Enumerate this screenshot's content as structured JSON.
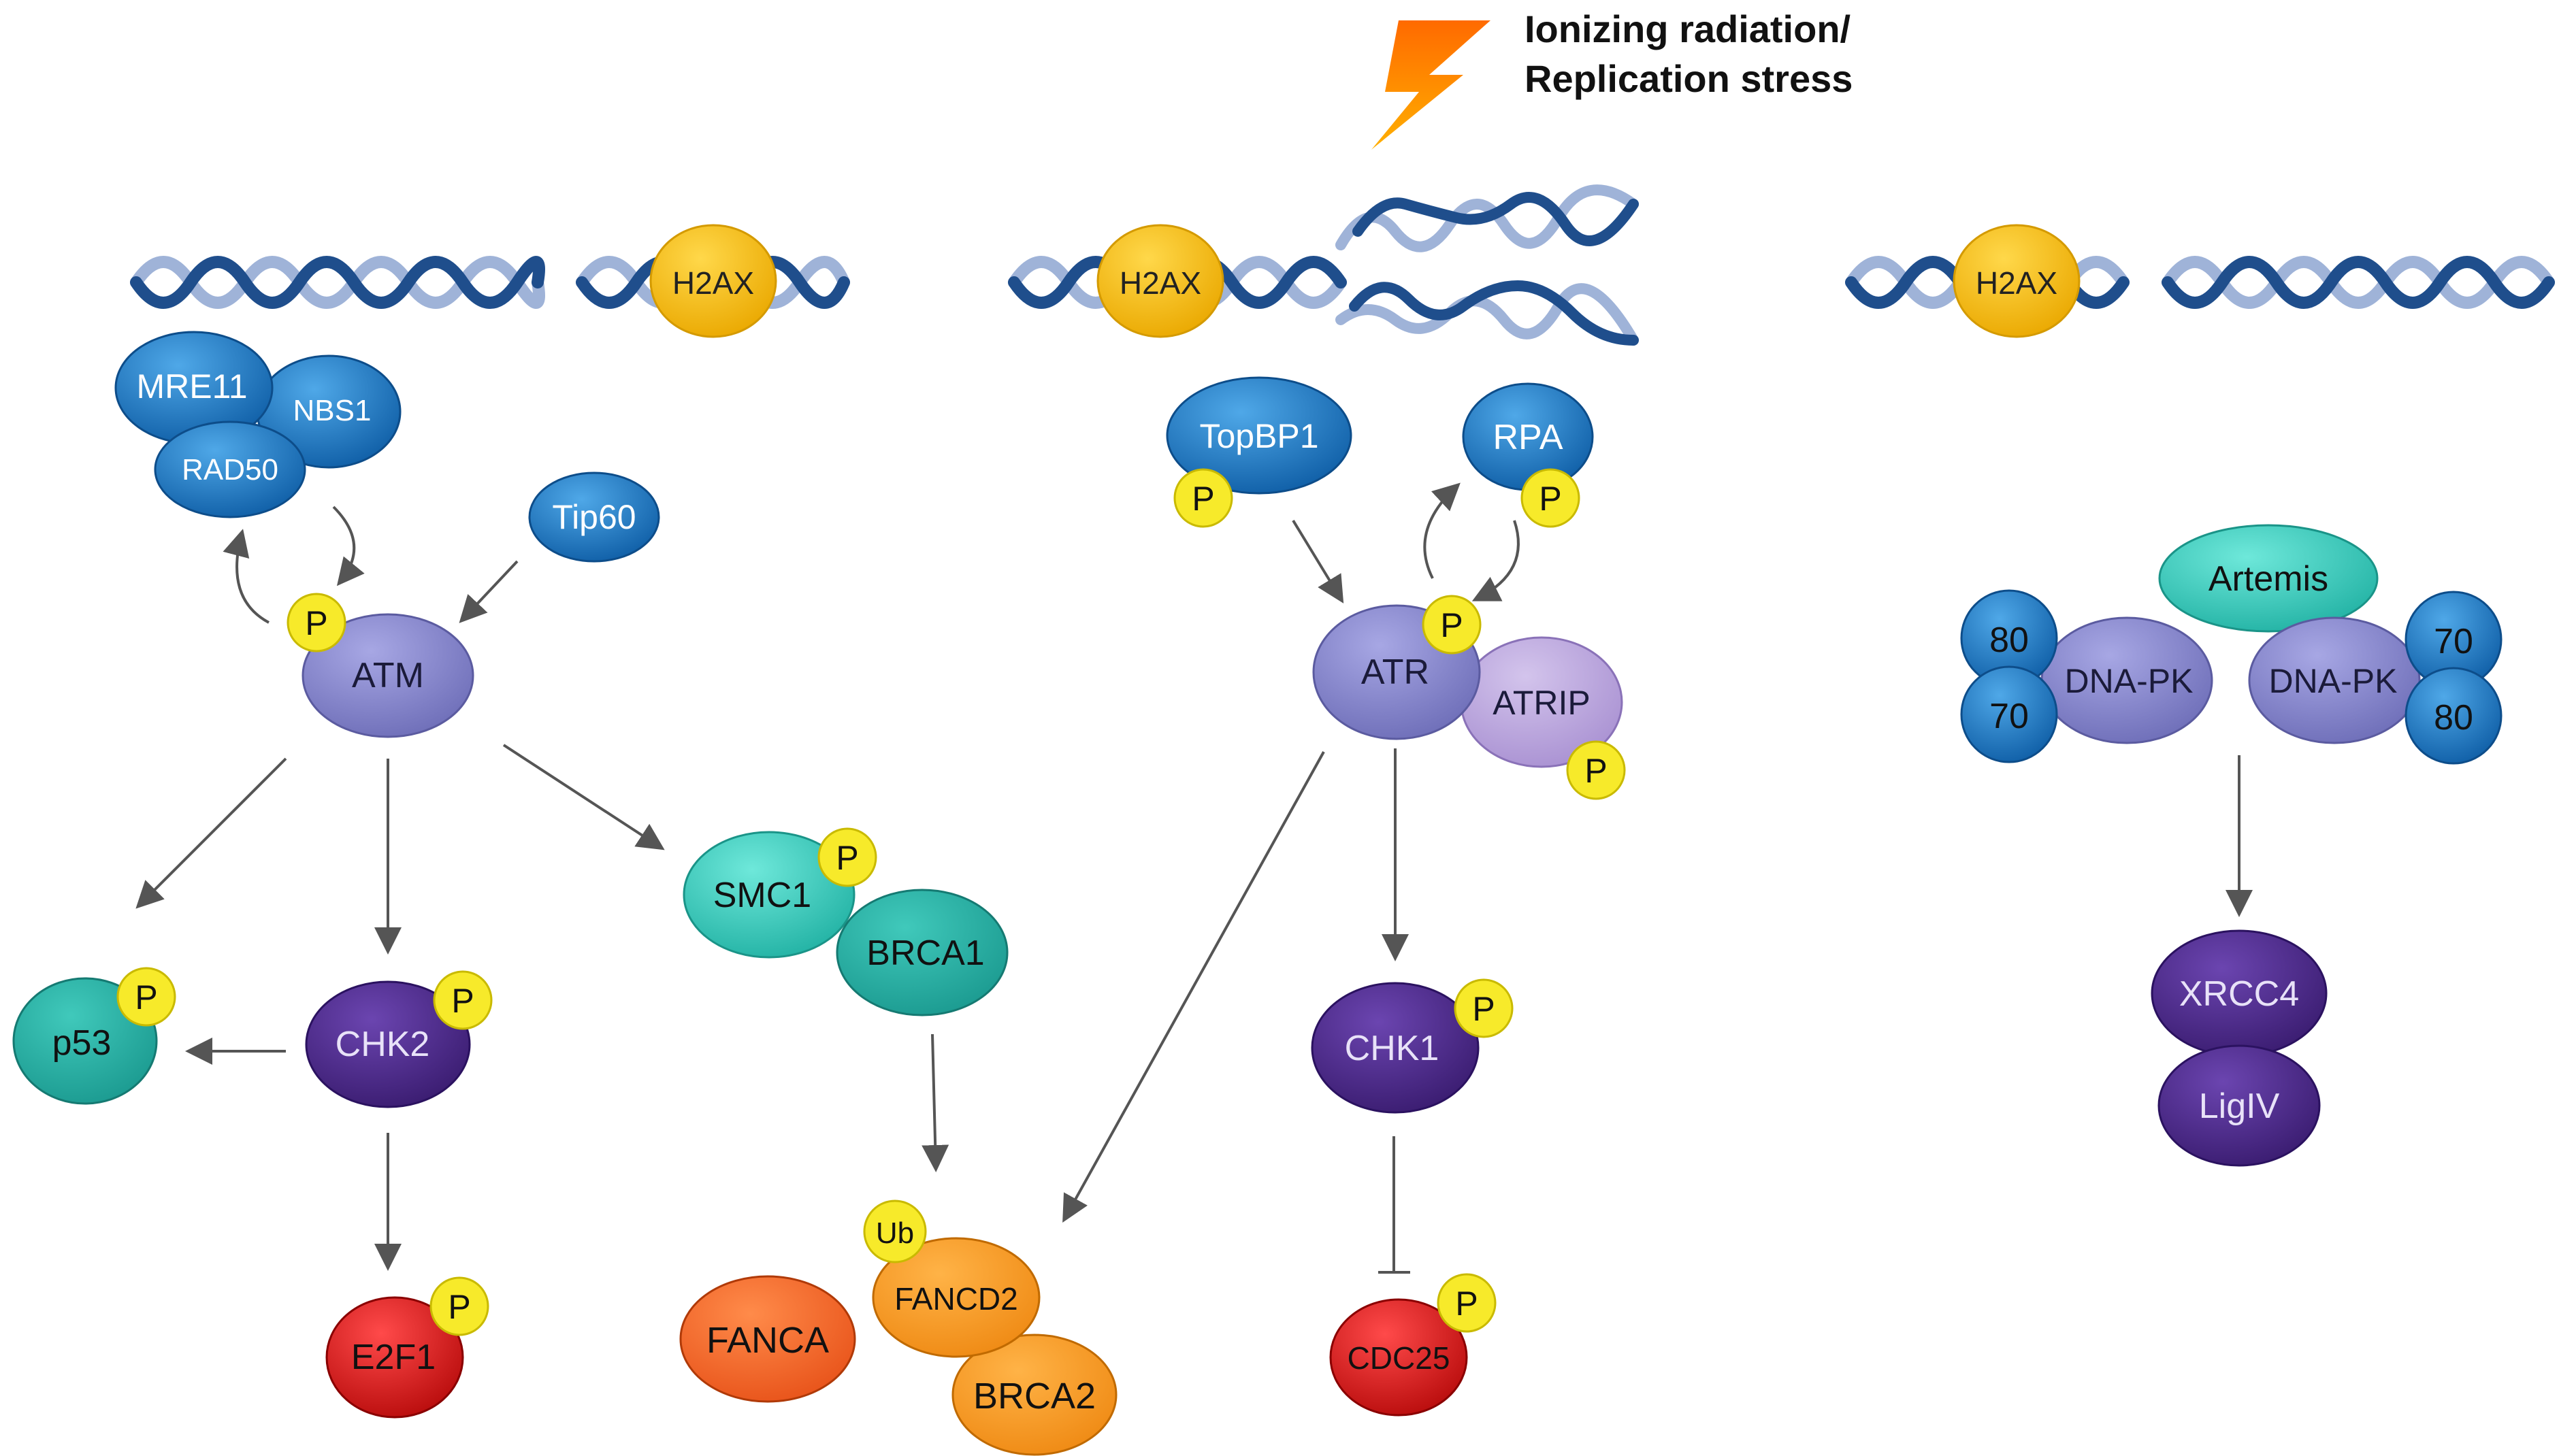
{
  "stress_label": {
    "line1": "Ionizing radiation/",
    "line2": "Replication stress"
  },
  "proteins": {
    "h2ax": "H2AX",
    "mre11": "MRE11",
    "nbs1": "NBS1",
    "rad50": "RAD50",
    "tip60": "Tip60",
    "atm": "ATM",
    "p53": "p53",
    "chk2": "CHK2",
    "e2f1": "E2F1",
    "smc1": "SMC1",
    "brca1": "BRCA1",
    "fanca": "FANCA",
    "fancd2": "FANCD2",
    "brca2": "BRCA2",
    "topbp1": "TopBP1",
    "rpa": "RPA",
    "atr": "ATR",
    "atrip": "ATRIP",
    "chk1": "CHK1",
    "cdc25": "CDC25",
    "artemis": "Artemis",
    "dnapk": "DNA-PK",
    "ku80": "80",
    "ku70": "70",
    "xrcc4": "XRCC4",
    "ligiv": "LigIV"
  },
  "modifications": {
    "phospho": "P",
    "ubiquitin": "Ub"
  },
  "colors": {
    "dna_dark": "#1f4e8c",
    "dna_light": "#9fb3d8",
    "h2ax": "#f2b800",
    "blue_protein": "#1b78c4",
    "purple": "#8a8ad0",
    "dark_purple": "#4b2a8c",
    "teal": "#2cc6b8",
    "red": "#d81818",
    "orange": "#f28c1e",
    "phospho": "#f7ea2a",
    "arrow": "#555555"
  }
}
